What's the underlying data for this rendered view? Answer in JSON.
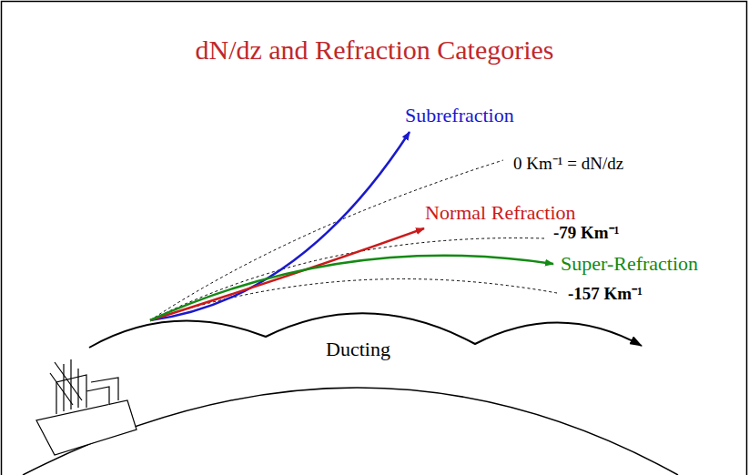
{
  "diagram": {
    "title": "dN/dz and Refraction Categories",
    "labels": [
      "Subrefraction",
      "0 Km⁻¹ = dN/dz",
      "Normal Refraction",
      "-79 Km⁻¹",
      "Super-Refraction",
      "-157 Km⁻¹",
      "Ducting"
    ]
  }
}
